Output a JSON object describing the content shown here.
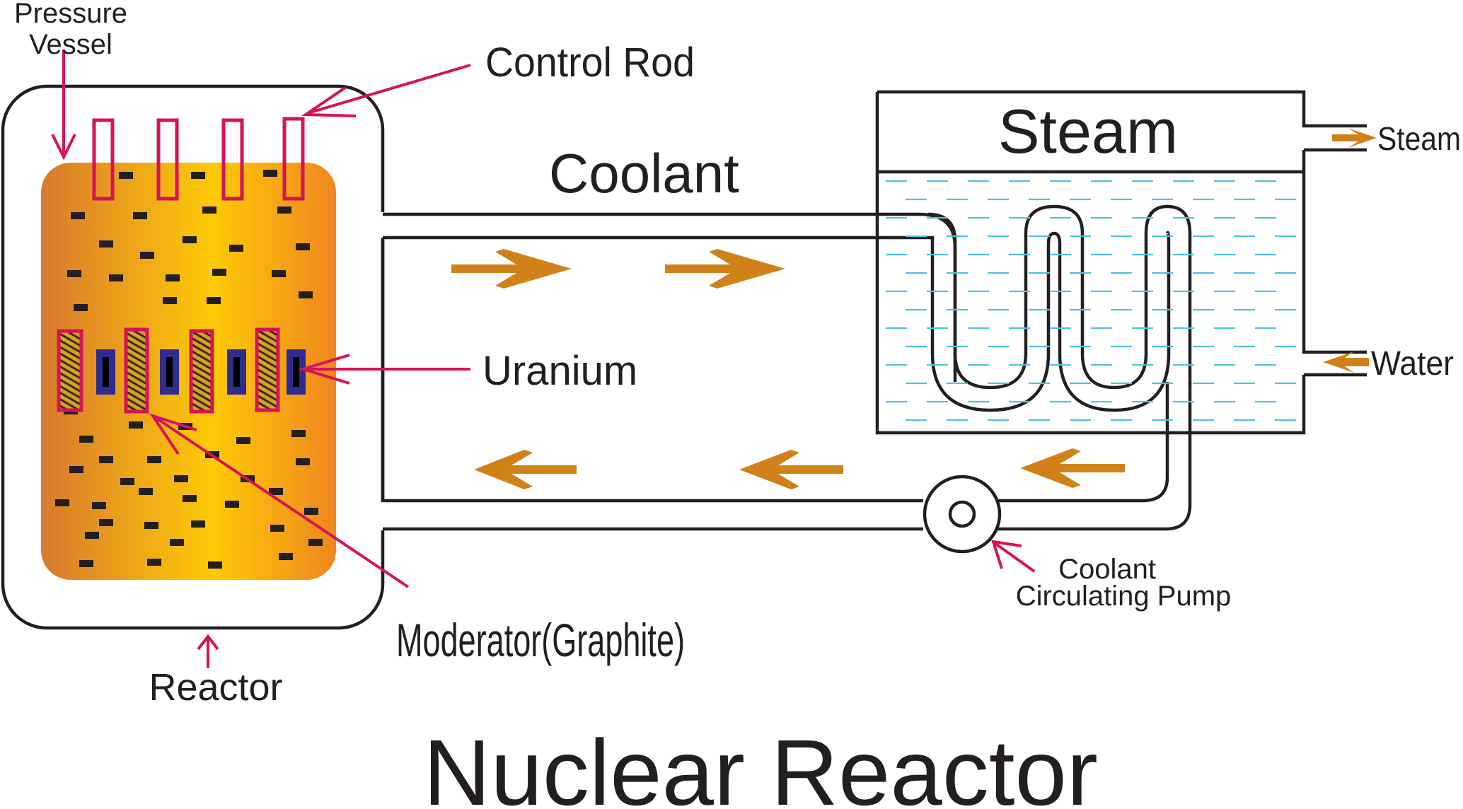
{
  "title": "Nuclear Reactor",
  "labels": {
    "pressure_vessel_line1": "Pressure",
    "pressure_vessel_line2": "Vessel",
    "control_rod": "Control Rod",
    "coolant": "Coolant",
    "steam_chamber": "Steam",
    "steam_out": "Steam",
    "water_in": "Water",
    "uranium": "Uranium",
    "moderator": "Moderator(Graphite)",
    "reactor": "Reactor",
    "pump_line1": "Coolant",
    "pump_line2": "Circulating Pump"
  },
  "colors": {
    "outline": "#231f20",
    "pointer": "#d6135a",
    "flow_arrow": "#d08219",
    "water": "#4fc3de",
    "core_dark": "#e07f2a",
    "core_light": "#fdc908",
    "uranium_fill": "#2e2d8e"
  },
  "icons": {
    "flow_direction": "arrow-icon",
    "pump": "pump-icon"
  }
}
